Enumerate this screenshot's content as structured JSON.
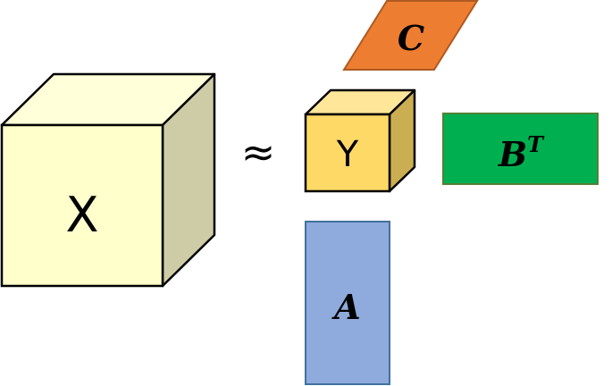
{
  "tensor_x": {
    "label": "X",
    "colors": {
      "front": "#FFFFCC",
      "top": "#FFFFD9",
      "side": "#CDCCA6"
    }
  },
  "approx_symbol": "≈",
  "core_tensor": {
    "label": "Y",
    "colors": {
      "front": "#FFD966",
      "top": "#FFE699",
      "side": "#CCAE52"
    }
  },
  "factor_a": {
    "label": "A",
    "color": "#8FAADC",
    "border": "#41719C"
  },
  "factor_b": {
    "base": "B",
    "superscript": "T",
    "color": "#00B050",
    "border": "#538135"
  },
  "factor_c": {
    "label": "C",
    "color": "#ED7D31",
    "border": "#AE5A21"
  },
  "stroke_color": "#000000"
}
